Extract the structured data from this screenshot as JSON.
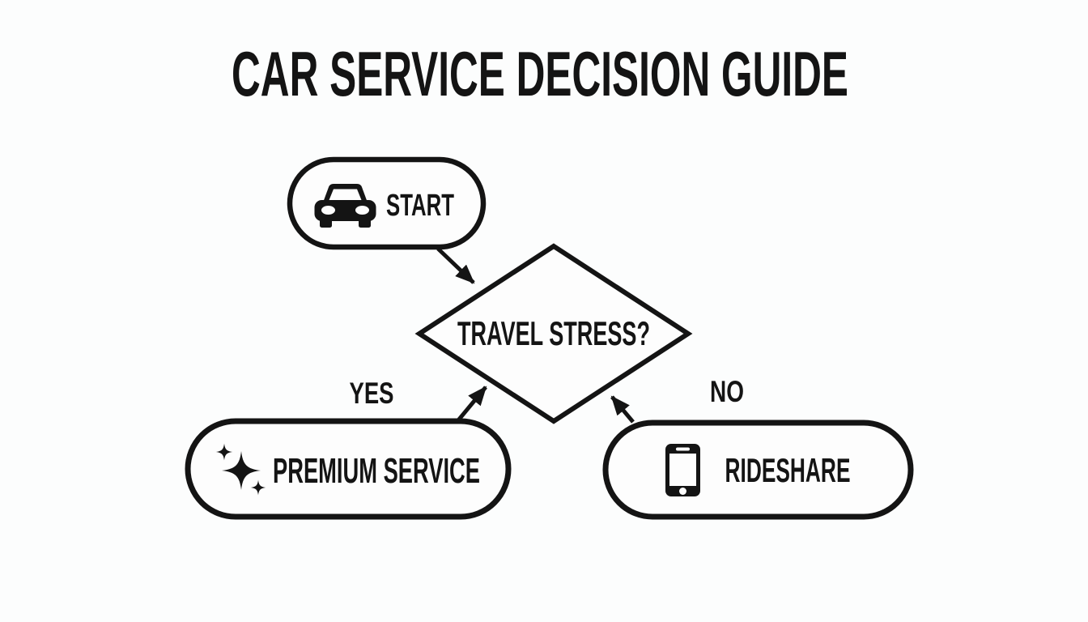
{
  "title": "CAR SERVICE DECISION GUIDE",
  "colors": {
    "ink": "#141414",
    "background": "#fcfdfd"
  },
  "flowchart": {
    "nodes": [
      {
        "id": "start",
        "shape": "pill",
        "label": "START",
        "icon": "car-icon"
      },
      {
        "id": "decision",
        "shape": "diamond",
        "label": "TRAVEL STRESS?",
        "icon": null
      },
      {
        "id": "premium",
        "shape": "pill",
        "label": "PREMIUM SERVICE",
        "icon": "sparkles-icon"
      },
      {
        "id": "rideshare",
        "shape": "pill",
        "label": "RIDESHARE",
        "icon": "smartphone-icon"
      }
    ],
    "edges": [
      {
        "from": "start",
        "to": "decision",
        "label": ""
      },
      {
        "from": "premium",
        "to": "decision",
        "label": "YES"
      },
      {
        "from": "rideshare",
        "to": "decision",
        "label": "NO"
      }
    ]
  }
}
